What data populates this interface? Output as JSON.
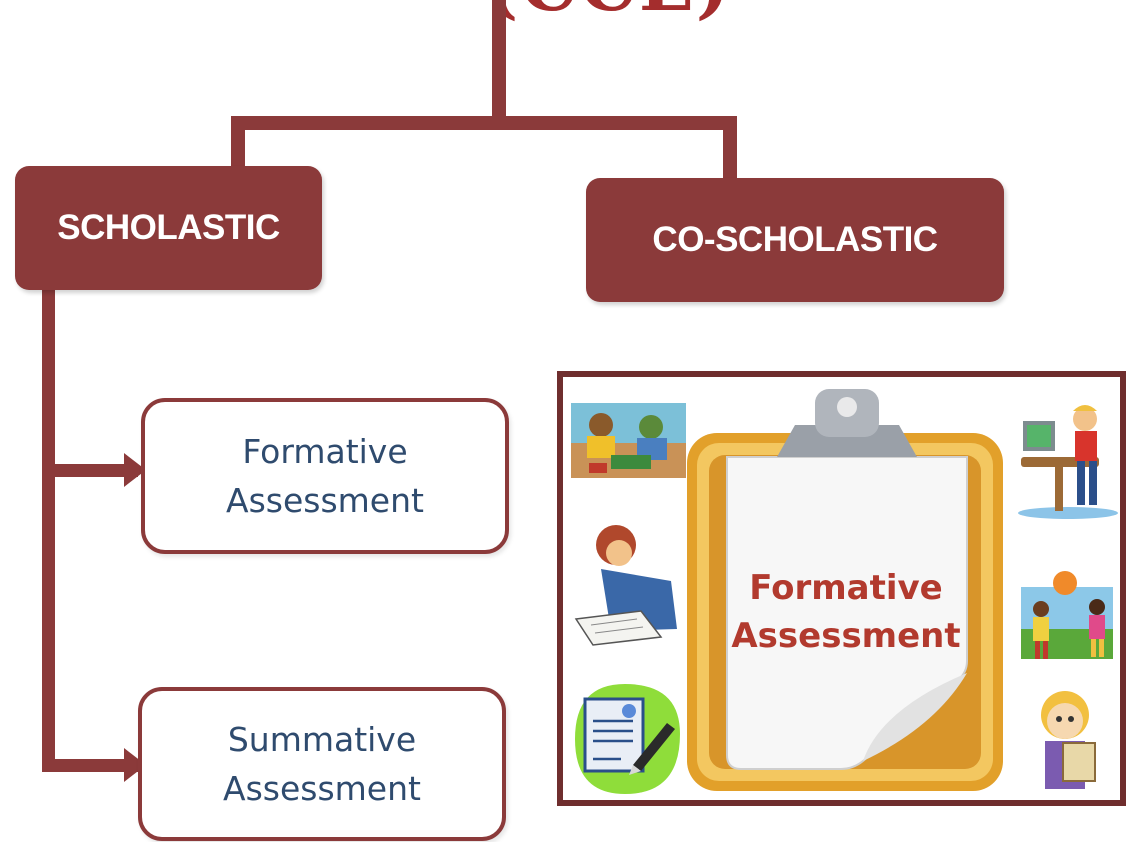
{
  "diagram": {
    "title": "(CCE)",
    "categories": {
      "scholastic": "SCHOLASTIC",
      "co_scholastic": "CO-SCHOLASTIC"
    },
    "assessments": {
      "formative": {
        "line1": "Formative",
        "line2": "Assessment"
      },
      "summative": {
        "line1": "Summative",
        "line2": "Assessment"
      }
    },
    "clipboard_picture": {
      "line1": "Formative",
      "line2": "Assessment"
    }
  },
  "colors": {
    "title": "#a42d2d",
    "box_fill": "#8b3a3a",
    "assessment_text": "#2f4b6e",
    "clipboard_frame": "#e2a02a",
    "clipboard_text": "#b23a2e"
  },
  "icons": [
    "students-study-icon",
    "computer-user-icon",
    "writing-student-icon",
    "ball-play-icon",
    "test-paper-icon",
    "reading-child-icon",
    "clipboard-icon"
  ]
}
